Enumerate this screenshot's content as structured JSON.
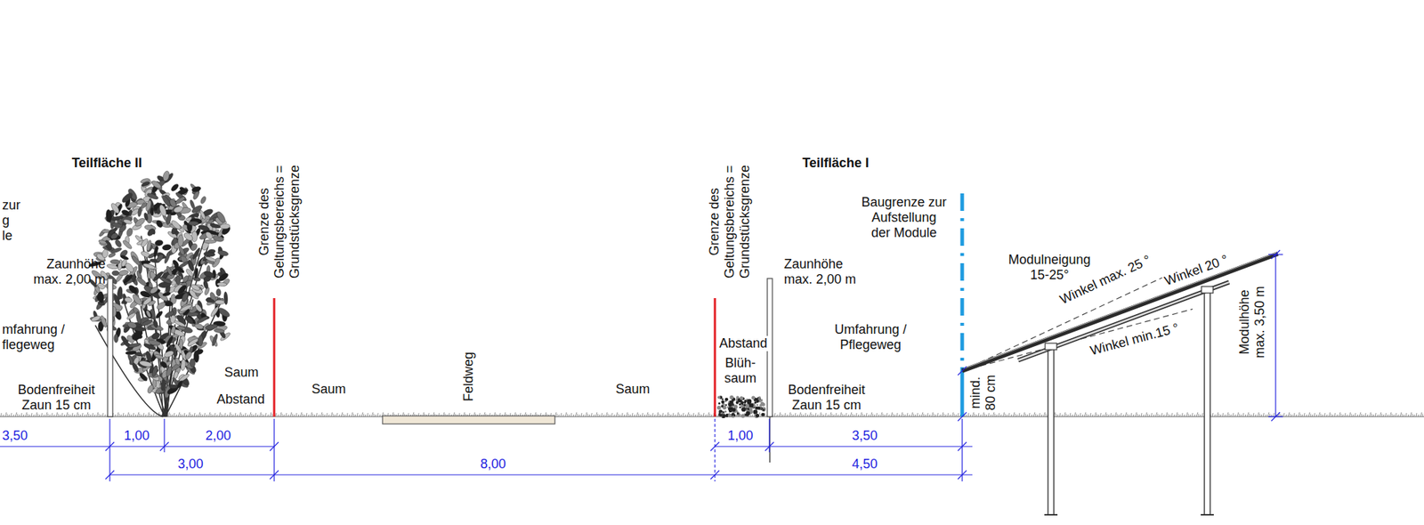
{
  "diagram": {
    "labels": [
      "zur g le",
      "Teilfläche II",
      "Zaunhöhe max. 2,00 m",
      "mfahrung / flegeweg",
      "Bodenfreiheit Zaun 15 cm",
      "Saum",
      "Abstand",
      "Grenze des Geltungsbereichs = Grundstücksgrenze",
      "Saum",
      "Feldweg",
      "Saum",
      "Grenze des Geltungsbereichs = Grundstücksgrenze",
      "Teilfläche I",
      "Abstand",
      "Blüh- saum",
      "Zaunhöhe max. 2,00 m",
      "Bodenfreiheit Zaun 15 cm",
      "Umfahrung / Pflegeweg",
      "Baugrenze zur Aufstellung der Module",
      "Modulneigung 15-25°",
      "Winkel max. 25 °",
      "Winkel 20 °",
      "Winkel min.15 °",
      "mind. 80 cm",
      "Modulhöhe max. 3,50 m",
      "3,50",
      "1,00",
      "2,00",
      "3,00",
      "8,00",
      "1,00",
      "3,50",
      "4,50"
    ]
  }
}
